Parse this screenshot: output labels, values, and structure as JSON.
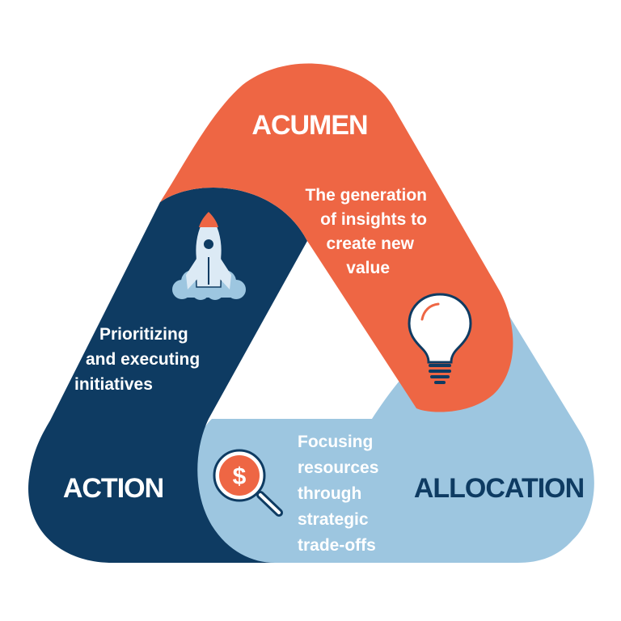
{
  "segments": {
    "acumen": {
      "title": "ACUMEN",
      "lines": [
        "The generation",
        "of insights to",
        "create new",
        "value"
      ],
      "icon": "lightbulb-icon",
      "color": "#EE6644"
    },
    "action": {
      "title": "ACTION",
      "lines": [
        "Prioritizing",
        "and executing",
        "initiatives"
      ],
      "icon": "rocket-icon",
      "color": "#0E3B62"
    },
    "allocation": {
      "title": "ALLOCATION",
      "lines": [
        "Focusing",
        "resources",
        "through",
        "strategic",
        "trade-offs"
      ],
      "icon": "dollar-magnifier-icon",
      "color": "#9DC6E0"
    }
  },
  "colors": {
    "title_light": "#ffffff",
    "title_dark": "#0E3B62",
    "icon_light": "#DCEAF5"
  }
}
